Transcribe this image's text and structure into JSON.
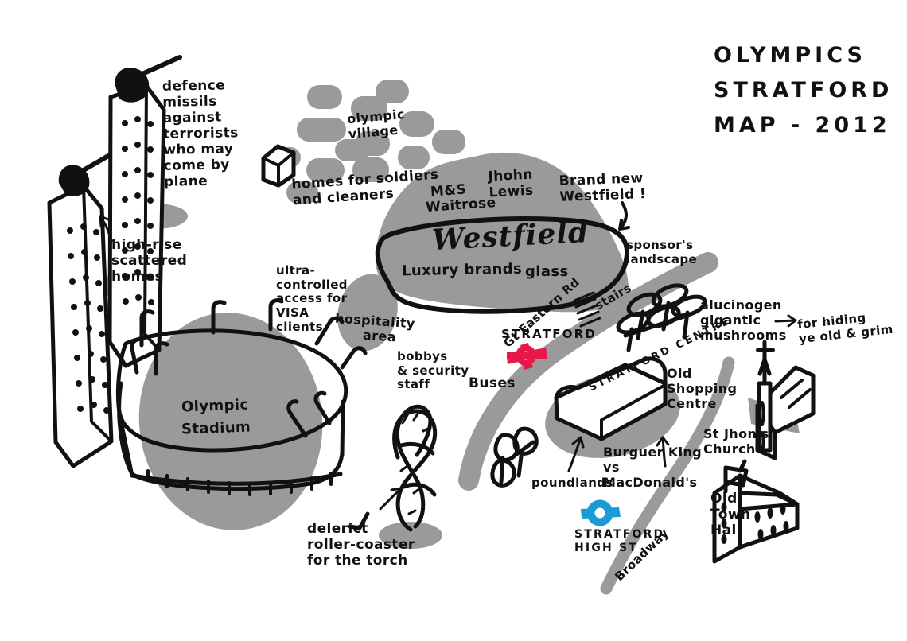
{
  "page": {
    "background": "#ffffff",
    "ink": "#111111",
    "grey": "#9a9a9a",
    "red_roundel": "#e8174a",
    "blue_roundel": "#1b9ad6"
  },
  "title": {
    "line1": "OLYMPICS",
    "line2": "STRATFORD",
    "line3": "MAP - 2012"
  },
  "annotations": {
    "defence_missiles": "defence\nmissils\nagainst\nterrorists\nwho may\ncome by\nplane",
    "high_rise": "high-rise\nscattered\nhomes",
    "olympic_village": "olympic\nvillage",
    "homes_soldiers": "homes for soldiers\nand cleaners",
    "mands": "M&S",
    "waitrose": "Waitrose",
    "john_lewis": "Jhohn\nLewis",
    "westfield_script": "Westfield",
    "luxury_brands": "Luxury brands",
    "glass": "glass",
    "brand_new_westfield": "Brand new\nWestfield !",
    "sponsors_landscape": "sponsor's\nlandscape",
    "stairs": "stairs",
    "ultra_controlled": "ultra-\ncontrolled\naccess for\nVISA\nclients",
    "hospitality_area_l1": "hospitality",
    "hospitality_area_l2": "area",
    "bobbys_security": "bobbys\n& security\nstaff",
    "buses": "Buses",
    "olympic_stadium_l1": "Olympic",
    "olympic_stadium_l2": "Stadium",
    "stratford_station": "STRATFORD",
    "gt_eastern_rd": "Gt Eastern Rd",
    "stratford_centre": "STRATFORD CENTRE",
    "old_shopping_centre": "Old\nShopping\nCentre",
    "hallucinogen_mushrooms": "alucinogen\ngigantic\nmushrooms",
    "for_hiding": "for hiding\nye old & grim",
    "poundlands": "poundlands",
    "burger_king_vs": "Burguer King\nvs\nMacDonald's",
    "st_johns_church": "St Jhon's\nChurch",
    "old_town_hall": "Old\nTown\nHall",
    "stratford_high_st": "STRATFORD\nHIGH ST",
    "broadway": "Broadway",
    "derelict_rollercoaster": "delerict\nroller-coaster\nfor the torch"
  },
  "icons": {
    "tube_roundel_red": "tube-roundel-icon",
    "tube_roundel_blue": "tube-roundel-icon",
    "cube": "cube-icon",
    "missile_tower": "missile-tower-icon",
    "church": "church-icon",
    "town_hall": "town-hall-icon",
    "mushroom": "mushroom-icon",
    "rollercoaster": "rollercoaster-icon",
    "arrow": "arrow-icon"
  },
  "chart_data": {
    "type": "map",
    "title": "OLYMPICS STRATFORD MAP - 2012",
    "features": [
      {
        "name": "high-rise scattered homes",
        "kind": "building-group",
        "note": "two towers topped with defence missiles"
      },
      {
        "name": "olympic village",
        "kind": "blob-cluster"
      },
      {
        "name": "homes for soldiers and cleaners",
        "kind": "blob-cluster"
      },
      {
        "name": "Westfield",
        "kind": "shopping-centre",
        "tenants": [
          "M&S",
          "Waitrose",
          "Jhohn Lewis",
          "Luxury brands",
          "glass"
        ]
      },
      {
        "name": "hospitality area",
        "kind": "blob"
      },
      {
        "name": "Olympic Stadium",
        "kind": "stadium"
      },
      {
        "name": "delerict roller-coaster for the torch",
        "kind": "structure"
      },
      {
        "name": "STRATFORD",
        "kind": "station",
        "colour": "#e8174a"
      },
      {
        "name": "STRATFORD HIGH ST",
        "kind": "station",
        "colour": "#1b9ad6"
      },
      {
        "name": "Gt Eastern Rd",
        "kind": "road"
      },
      {
        "name": "Broadway",
        "kind": "road"
      },
      {
        "name": "STRATFORD CENTRE",
        "kind": "old shopping centre"
      },
      {
        "name": "poundlands",
        "kind": "shops"
      },
      {
        "name": "alucinogen gigantic mushrooms",
        "kind": "sculpture",
        "purpose": "for hiding ye old & grim"
      },
      {
        "name": "St Jhon's Church",
        "kind": "landmark"
      },
      {
        "name": "Old Town Hall",
        "kind": "landmark"
      },
      {
        "name": "Burguer King vs MacDonald's",
        "kind": "note"
      }
    ]
  }
}
